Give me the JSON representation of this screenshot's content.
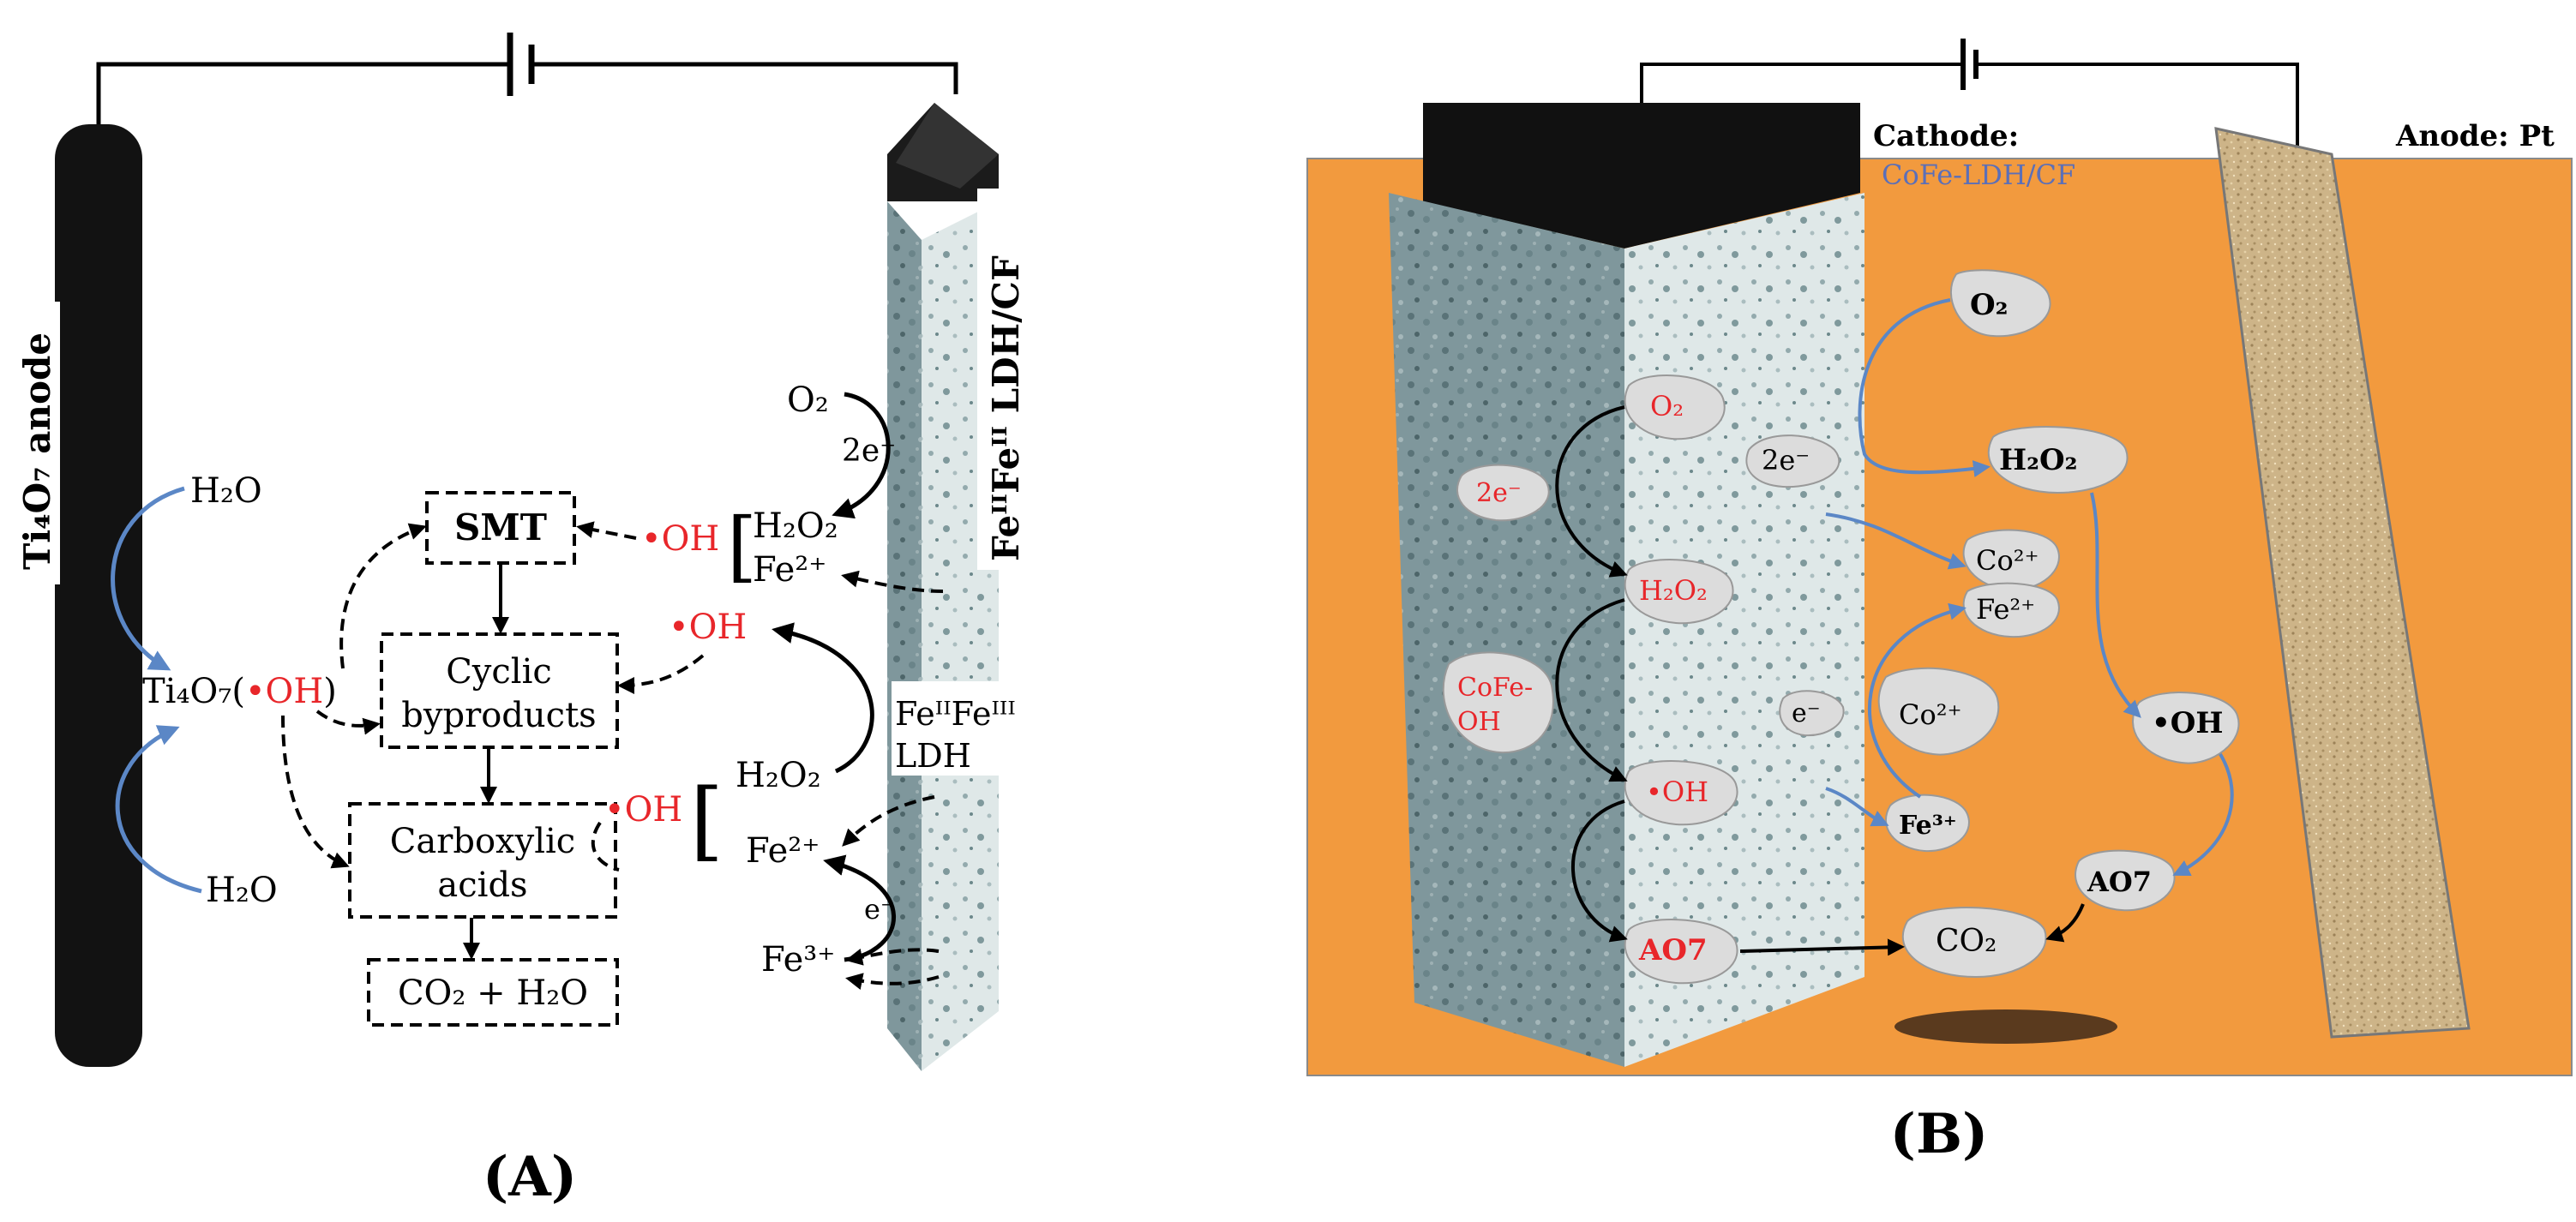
{
  "panel_a": {
    "label": "(A)",
    "anode_label": "Ti₄O₇ anode",
    "cathode_label": "FeᴵᴵFeᴵᴵ LDH/CF",
    "species": {
      "h2o_top": "H₂O",
      "h2o_bottom": "H₂O",
      "ti4o7_oh": "Ti₄O₇(",
      "ti4o7_oh_radical": "•OH",
      "ti4o7_close": ")",
      "o2": "O₂",
      "two_e": "2e⁻",
      "h2o2_top": "H₂O₂",
      "fe2_top": "Fe²⁺",
      "oh_1": "•OH",
      "oh_2": "•OH",
      "oh_3": "•OH",
      "ldh_top": "FeᴵᴵFeᴵᴵᴵ",
      "ldh_bottom": "LDH",
      "h2o2_bottom": "H₂O₂",
      "fe2_bottom": "Fe²⁺",
      "e_minus": "e⁻",
      "fe3": "Fe³⁺"
    },
    "boxes": {
      "smt": "SMT",
      "cyclic_1": "Cyclic",
      "cyclic_2": "byproducts",
      "carboxylic_1": "Carboxylic",
      "carboxylic_2": "acids",
      "final": "CO₂ + H₂O"
    }
  },
  "panel_b": {
    "label": "(B)",
    "cathode_title": "Cathode:",
    "cathode_sub": "CoFe-LDH/CF",
    "anode_title": "Anode: Pt",
    "species": {
      "o2_outer": "O₂",
      "two_e_outer": "2e⁻",
      "h2o2_outer": "H₂O₂",
      "co2_plus_top": "Co²⁺",
      "fe2": "Fe²⁺",
      "e_minus": "e⁻",
      "co2_plus_mid": "Co²⁺",
      "oh_outer": "•OH",
      "fe3": "Fe³⁺",
      "ao7_outer": "AO7",
      "co2": "CO₂",
      "o2_inner": "O₂",
      "two_e_inner": "2e⁻",
      "h2o2_inner": "H₂O₂",
      "cofe_oh_1": "CoFe-",
      "cofe_oh_2": "OH",
      "oh_inner": "•OH",
      "ao7_inner": "AO7"
    }
  },
  "colors": {
    "red": "#e8262a",
    "blue_arrow": "#5b87c6",
    "orange": "#f29a3e",
    "electrode_dark": "#151515"
  }
}
